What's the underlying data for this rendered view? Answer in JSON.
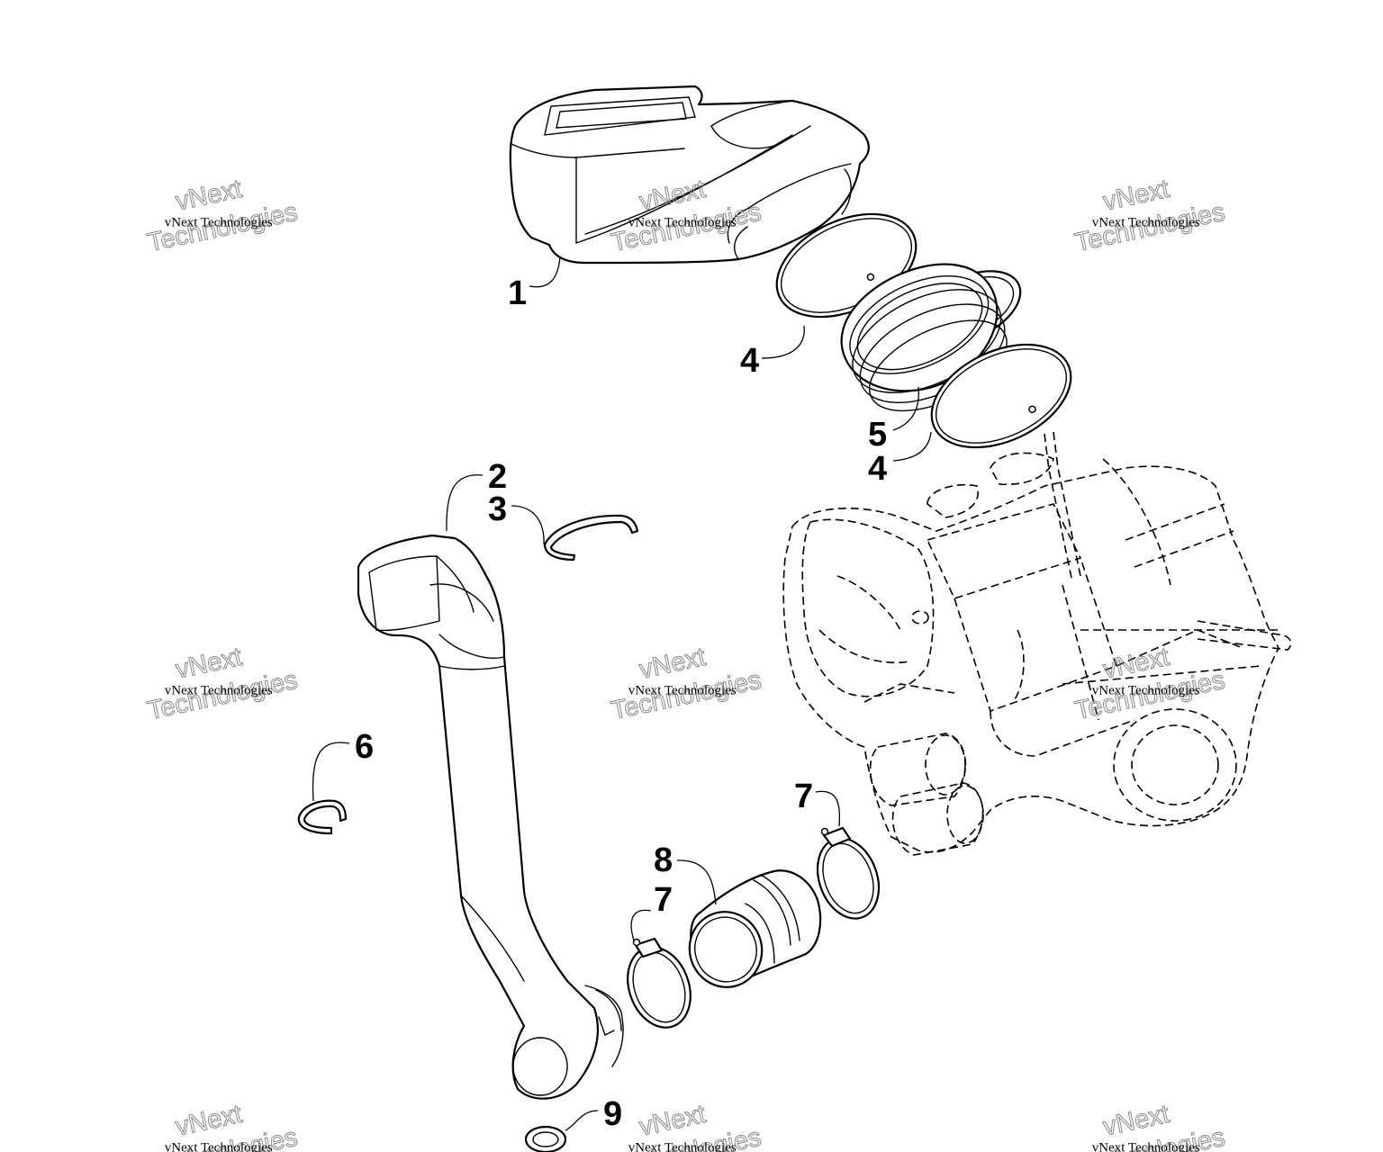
{
  "callouts": [
    {
      "id": "c1",
      "label": "1"
    },
    {
      "id": "c2",
      "label": "2"
    },
    {
      "id": "c3",
      "label": "3"
    },
    {
      "id": "c4a",
      "label": "4"
    },
    {
      "id": "c4b",
      "label": "4"
    },
    {
      "id": "c5",
      "label": "5"
    },
    {
      "id": "c6",
      "label": "6"
    },
    {
      "id": "c7a",
      "label": "7"
    },
    {
      "id": "c7b",
      "label": "7"
    },
    {
      "id": "c8",
      "label": "8"
    },
    {
      "id": "c9",
      "label": "9"
    }
  ],
  "watermark": {
    "line_small": "vNext Technologies",
    "line_big_1": "vNext",
    "line_big_2": "Technologies"
  },
  "colors": {
    "ink": "#000000",
    "background": "#ffffff",
    "watermark": "#8a8a8a"
  }
}
